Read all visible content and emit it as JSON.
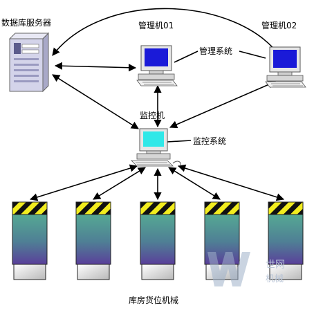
{
  "labels": {
    "db_server": "数据库服务器",
    "mgmt_pc_01": "管理机01",
    "mgmt_pc_02": "管理机02",
    "mgmt_system": "管理系统",
    "monitor_pc": "监控机",
    "monitor_system": "监控系统",
    "warehouse": "库房货位机械"
  },
  "watermark": {
    "text_top": "世网",
    "text_bottom": "机械"
  },
  "colors": {
    "screen_blue": "#1a1ad8",
    "screen_cyan": "#30e8e8",
    "hazard_yellow": "#f2ec1e",
    "rack_top": "#4f9c8a",
    "rack_bottom": "#5a3f9a",
    "line": "#000000"
  }
}
